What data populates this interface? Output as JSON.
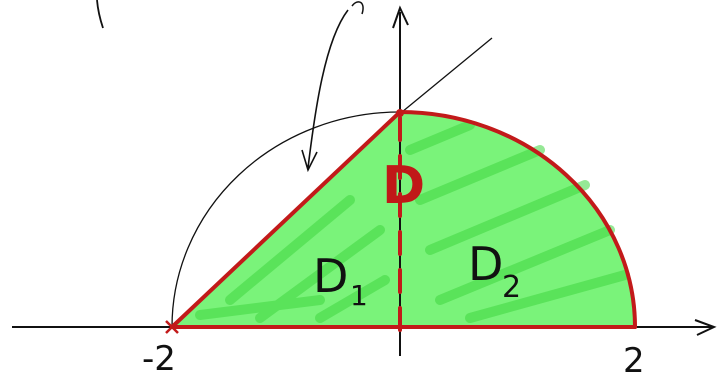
{
  "diagram": {
    "region_label": "D",
    "subregion_left": {
      "letter": "D",
      "index": "1"
    },
    "subregion_right": {
      "letter": "D",
      "index": "2"
    },
    "tick_left": "-2",
    "tick_right": "2",
    "colors": {
      "fill": "#5df05d",
      "fill_dark": "#3ed43e",
      "boundary": "#c21a1a",
      "ink": "#111111"
    }
  }
}
